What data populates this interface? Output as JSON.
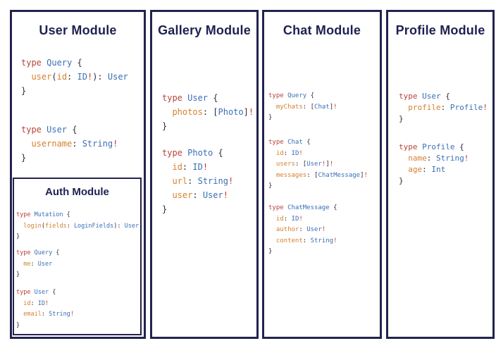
{
  "colors": {
    "background": "#ffffff",
    "border": "#23234e",
    "title": "#1d2150",
    "syntax": {
      "k": "#b8423b",
      "t": "#3a6fb5",
      "f": "#d6802e",
      "b": "#c0392b",
      "p": "#2e2e3c"
    }
  },
  "syntax_legend": {
    "k": "keyword",
    "t": "type-name",
    "f": "field-name",
    "b": "non-null-bang",
    "p": "punctuation"
  },
  "panels": [
    {
      "title": "User Module",
      "blocks": [
        [
          [
            [
              "type ",
              "k"
            ],
            [
              "Query",
              "t"
            ],
            [
              " {",
              "p"
            ]
          ],
          [
            [
              "  ",
              "p"
            ],
            [
              "user",
              "f"
            ],
            [
              "(",
              "p"
            ],
            [
              "id",
              "f"
            ],
            [
              ": ",
              "p"
            ],
            [
              "ID",
              "t"
            ],
            [
              "!",
              "b"
            ],
            [
              "): ",
              "p"
            ],
            [
              "User",
              "t"
            ]
          ],
          [
            [
              "}",
              "p"
            ]
          ]
        ],
        [
          [
            [
              "type ",
              "k"
            ],
            [
              "User",
              "t"
            ],
            [
              " {",
              "p"
            ]
          ],
          [
            [
              "  ",
              "p"
            ],
            [
              "username",
              "f"
            ],
            [
              ": ",
              "p"
            ],
            [
              "String",
              "t"
            ],
            [
              "!",
              "b"
            ]
          ],
          [
            [
              "}",
              "p"
            ]
          ]
        ]
      ],
      "sub_panel": {
        "title": "Auth Module",
        "blocks": [
          [
            [
              [
                "type ",
                "k"
              ],
              [
                "Mutation",
                "t"
              ],
              [
                " {",
                "p"
              ]
            ],
            [
              [
                "  ",
                "p"
              ],
              [
                "login",
                "f"
              ],
              [
                "(",
                "p"
              ],
              [
                "fields",
                "f"
              ],
              [
                ": ",
                "p"
              ],
              [
                "LoginFields",
                "t"
              ],
              [
                "): ",
                "p"
              ],
              [
                "User",
                "t"
              ]
            ],
            [
              [
                "}",
                "p"
              ]
            ]
          ],
          [
            [
              [
                "type ",
                "k"
              ],
              [
                "Query",
                "t"
              ],
              [
                " {",
                "p"
              ]
            ],
            [
              [
                "  ",
                "p"
              ],
              [
                "me",
                "f"
              ],
              [
                ": ",
                "p"
              ],
              [
                "User",
                "t"
              ]
            ],
            [
              [
                "}",
                "p"
              ]
            ]
          ],
          [
            [
              [
                "type ",
                "k"
              ],
              [
                "User",
                "t"
              ],
              [
                " {",
                "p"
              ]
            ],
            [
              [
                "  ",
                "p"
              ],
              [
                "id",
                "f"
              ],
              [
                ": ",
                "p"
              ],
              [
                "ID",
                "t"
              ],
              [
                "!",
                "b"
              ]
            ],
            [
              [
                "  ",
                "p"
              ],
              [
                "email",
                "f"
              ],
              [
                ": ",
                "p"
              ],
              [
                "String",
                "t"
              ],
              [
                "!",
                "b"
              ]
            ],
            [
              [
                "}",
                "p"
              ]
            ]
          ]
        ]
      }
    },
    {
      "title": "Gallery Module",
      "blocks": [
        [
          [
            [
              "type ",
              "k"
            ],
            [
              "User",
              "t"
            ],
            [
              " {",
              "p"
            ]
          ],
          [
            [
              "  ",
              "p"
            ],
            [
              "photos",
              "f"
            ],
            [
              ": ",
              "p"
            ],
            [
              "[",
              "p"
            ],
            [
              "Photo",
              "t"
            ],
            [
              "]",
              "p"
            ],
            [
              "!",
              "b"
            ]
          ],
          [
            [
              "}",
              "p"
            ]
          ]
        ],
        [
          [
            [
              "type ",
              "k"
            ],
            [
              "Photo",
              "t"
            ],
            [
              " {",
              "p"
            ]
          ],
          [
            [
              "  ",
              "p"
            ],
            [
              "id",
              "f"
            ],
            [
              ": ",
              "p"
            ],
            [
              "ID",
              "t"
            ],
            [
              "!",
              "b"
            ]
          ],
          [
            [
              "  ",
              "p"
            ],
            [
              "url",
              "f"
            ],
            [
              ": ",
              "p"
            ],
            [
              "String",
              "t"
            ],
            [
              "!",
              "b"
            ]
          ],
          [
            [
              "  ",
              "p"
            ],
            [
              "user",
              "f"
            ],
            [
              ": ",
              "p"
            ],
            [
              "User",
              "t"
            ],
            [
              "!",
              "b"
            ]
          ],
          [
            [
              "}",
              "p"
            ]
          ]
        ]
      ]
    },
    {
      "title": "Chat Module",
      "blocks": [
        [
          [
            [
              "type ",
              "k"
            ],
            [
              "Query",
              "t"
            ],
            [
              " {",
              "p"
            ]
          ],
          [
            [
              "  ",
              "p"
            ],
            [
              "myChats",
              "f"
            ],
            [
              ": ",
              "p"
            ],
            [
              "[",
              "p"
            ],
            [
              "Chat",
              "t"
            ],
            [
              "]",
              "p"
            ],
            [
              "!",
              "b"
            ]
          ],
          [
            [
              "}",
              "p"
            ]
          ]
        ],
        [
          [
            [
              "type ",
              "k"
            ],
            [
              "Chat",
              "t"
            ],
            [
              " {",
              "p"
            ]
          ],
          [
            [
              "  ",
              "p"
            ],
            [
              "id",
              "f"
            ],
            [
              ": ",
              "p"
            ],
            [
              "ID",
              "t"
            ],
            [
              "!",
              "b"
            ]
          ],
          [
            [
              "  ",
              "p"
            ],
            [
              "users",
              "f"
            ],
            [
              ": ",
              "p"
            ],
            [
              "[",
              "p"
            ],
            [
              "User",
              "t"
            ],
            [
              "!",
              "b"
            ],
            [
              "]",
              "p"
            ],
            [
              "!",
              "b"
            ]
          ],
          [
            [
              "  ",
              "p"
            ],
            [
              "messages",
              "f"
            ],
            [
              ": ",
              "p"
            ],
            [
              "[",
              "p"
            ],
            [
              "ChatMessage",
              "t"
            ],
            [
              "]",
              "p"
            ],
            [
              "!",
              "b"
            ]
          ],
          [
            [
              "}",
              "p"
            ]
          ]
        ],
        [
          [
            [
              "type ",
              "k"
            ],
            [
              "ChatMessage",
              "t"
            ],
            [
              " {",
              "p"
            ]
          ],
          [
            [
              "  ",
              "p"
            ],
            [
              "id",
              "f"
            ],
            [
              ": ",
              "p"
            ],
            [
              "ID",
              "t"
            ],
            [
              "!",
              "b"
            ]
          ],
          [
            [
              "  ",
              "p"
            ],
            [
              "author",
              "f"
            ],
            [
              ": ",
              "p"
            ],
            [
              "User",
              "t"
            ],
            [
              "!",
              "b"
            ]
          ],
          [
            [
              "  ",
              "p"
            ],
            [
              "content",
              "f"
            ],
            [
              ": ",
              "p"
            ],
            [
              "String",
              "t"
            ],
            [
              "!",
              "b"
            ]
          ],
          [
            [
              "}",
              "p"
            ]
          ]
        ]
      ]
    },
    {
      "title": "Profile Module",
      "blocks": [
        [
          [
            [
              "type ",
              "k"
            ],
            [
              "User",
              "t"
            ],
            [
              " {",
              "p"
            ]
          ],
          [
            [
              "  ",
              "p"
            ],
            [
              "profile",
              "f"
            ],
            [
              ": ",
              "p"
            ],
            [
              "Profile",
              "t"
            ],
            [
              "!",
              "b"
            ]
          ],
          [
            [
              "}",
              "p"
            ]
          ]
        ],
        [
          [
            [
              "type ",
              "k"
            ],
            [
              "Profile",
              "t"
            ],
            [
              " {",
              "p"
            ]
          ],
          [
            [
              "  ",
              "p"
            ],
            [
              "name",
              "f"
            ],
            [
              ": ",
              "p"
            ],
            [
              "String",
              "t"
            ],
            [
              "!",
              "b"
            ]
          ],
          [
            [
              "  ",
              "p"
            ],
            [
              "age",
              "f"
            ],
            [
              ": ",
              "p"
            ],
            [
              "Int",
              "t"
            ]
          ],
          [
            [
              "}",
              "p"
            ]
          ]
        ]
      ]
    }
  ]
}
